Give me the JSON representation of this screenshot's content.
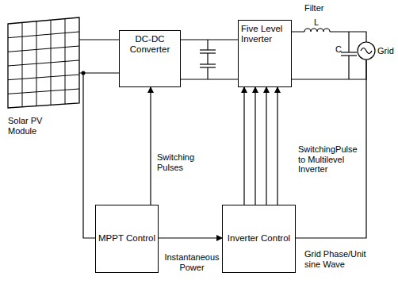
{
  "diagram": {
    "nodes": [
      {
        "text": [
          "Solar PV Module"
        ]
      },
      {
        "text": [
          "DC-DC Converter"
        ]
      },
      {
        "text": [
          "Five Level Inverter"
        ]
      },
      {
        "text": [
          "Grid"
        ]
      },
      {
        "text": [
          "MPPT Control"
        ]
      },
      {
        "text": [
          "Inverter Control"
        ]
      }
    ],
    "edges": [
      {
        "from": 0,
        "to": 1,
        "arrow": "none"
      },
      {
        "from": 1,
        "to": 2,
        "arrow": "none"
      },
      {
        "from": 2,
        "to": 3,
        "arrow": "none"
      },
      {
        "from": 4,
        "to": 1,
        "arrow": "to",
        "label": "Switching Pulses"
      },
      {
        "from": 0,
        "to": 4,
        "arrow": "none"
      },
      {
        "from": 4,
        "to": 5,
        "arrow": "to",
        "label": "Instantaneous Power"
      },
      {
        "from": 5,
        "to": 2,
        "arrow": "to",
        "label": "SwitchingPulse to Multilevel Inverter"
      },
      {
        "from": 3,
        "to": 5,
        "arrow": "none",
        "label": "Grid Phase/Unit sine Wave"
      }
    ],
    "labels": [
      "Filter",
      "L",
      "C"
    ]
  }
}
